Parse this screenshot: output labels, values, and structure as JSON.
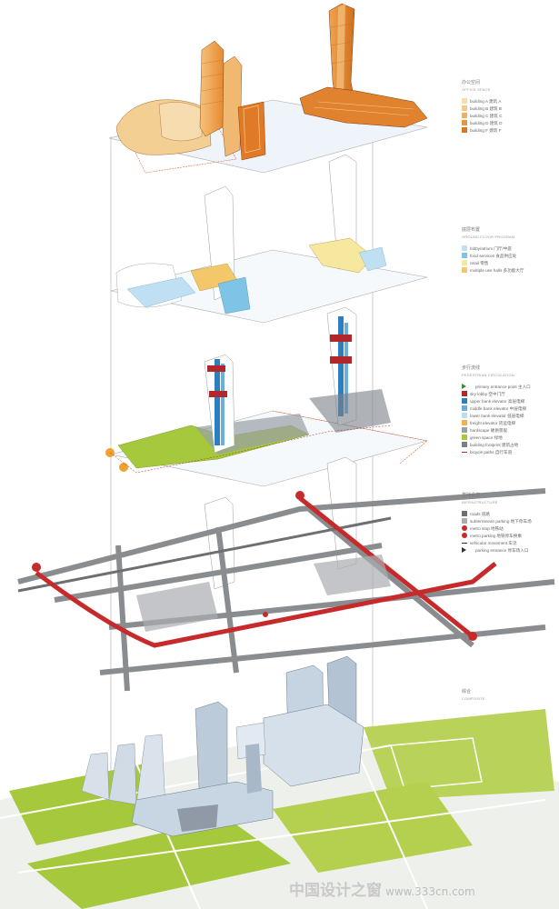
{
  "layers": [
    {
      "title": "办公空间",
      "subtitle": "OFFICE SPACE",
      "items": [
        {
          "label": "building A  建筑 A",
          "color": "#f8dcaa",
          "shape": "square"
        },
        {
          "label": "building B  建筑 B",
          "color": "#f5c98a",
          "shape": "square"
        },
        {
          "label": "building C  建筑 C",
          "color": "#efb065",
          "shape": "square"
        },
        {
          "label": "building D  建筑 D",
          "color": "#e99540",
          "shape": "square"
        },
        {
          "label": "building F  建筑 F",
          "color": "#d9761f",
          "shape": "square"
        }
      ]
    },
    {
      "title": "底层布置",
      "subtitle": "GROUND FLOOR PROGRAM",
      "items": [
        {
          "label": "lobby/atrium  门厅/中庭",
          "color": "#bfe0f2",
          "shape": "square"
        },
        {
          "label": "food services  食品供应处",
          "color": "#7fc3e6",
          "shape": "square"
        },
        {
          "label": "retail  零售",
          "color": "#f7e8a0",
          "shape": "square"
        },
        {
          "label": "multiple use halls  多功能大厅",
          "color": "#f4c86a",
          "shape": "square"
        }
      ]
    },
    {
      "title": "步行流线",
      "subtitle": "PEDESTRIAN CIRCULATION",
      "items": [
        {
          "label": "primary entrance point  主入口",
          "color": "#3a8a3a",
          "shape": "triangle"
        },
        {
          "label": "sky lobby  空中门厅",
          "color": "#b2282a",
          "shape": "square"
        },
        {
          "label": "upper bank elevator  高层电梯",
          "color": "#2d7fc0",
          "shape": "square"
        },
        {
          "label": "middle bank elevator  中层电梯",
          "color": "#6aaedc",
          "shape": "square"
        },
        {
          "label": "lower bank elevator  低层电梯",
          "color": "#b9dcf1",
          "shape": "square"
        },
        {
          "label": "freight elevator  货运电梯",
          "color": "#f1b34c",
          "shape": "square"
        },
        {
          "label": "hardscape  硬质景观",
          "color": "#9aa0a6",
          "shape": "square"
        },
        {
          "label": "green space  绿地",
          "color": "#a6c83c",
          "shape": "square"
        },
        {
          "label": "building footprint  建筑占地",
          "color": "#7a8088",
          "shape": "square"
        },
        {
          "label": "bicycle paths  自行车道",
          "color": "#b2282a",
          "shape": "dash"
        }
      ]
    },
    {
      "title": "基础设施",
      "subtitle": "INFRASTRUCTURE",
      "items": [
        {
          "label": "roads  道路",
          "color": "#6d6f72",
          "shape": "square"
        },
        {
          "label": "subterranean parking  地下停车场",
          "color": "#a9acb0",
          "shape": "square"
        },
        {
          "label": "metro stop  地铁站",
          "color": "#c62a2a",
          "shape": "circle"
        },
        {
          "label": "metro parking  地铁停车换乘",
          "color": "#c62a2a",
          "shape": "circle"
        },
        {
          "label": "vehicular movement  车流",
          "color": "#333333",
          "shape": "arrow"
        },
        {
          "label": "parking entrance  停车场入口",
          "color": "#333333",
          "shape": "triangle"
        }
      ]
    },
    {
      "title": "综合",
      "subtitle": "COMPOSITE",
      "items": []
    }
  ],
  "watermark": {
    "text": "中国设计之窗",
    "url": "www.333cn.com"
  }
}
